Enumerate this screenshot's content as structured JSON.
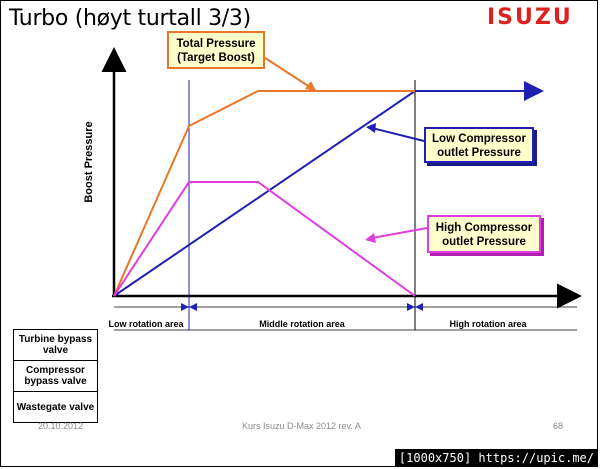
{
  "slide": {
    "title": "Turbo (høyt turtall 3/3)",
    "logo": "ISUZU",
    "footer_date": "20.10.2012",
    "footer_course": "Kurs Isuzu D-Max 2012 rev. A",
    "footer_page": "68",
    "watermark": "[1000x750] https://upic.me/"
  },
  "diagram": {
    "y_axis_label": "Boost Pressure",
    "callouts": {
      "total_line1": "Total Pressure",
      "total_line2": "(Target Boost)",
      "low_line1": "Low Compressor",
      "low_line2": "outlet Pressure",
      "high_line1": "High Compressor",
      "high_line2": "outlet Pressure"
    },
    "zones": {
      "low": "Low rotation area",
      "middle": "Middle rotation area",
      "high": "High rotation area"
    },
    "colors": {
      "total": "#e8772a",
      "low_compressor": "#1f1fb4",
      "high_compressor": "#e03ce0",
      "logo": "#e0201f",
      "callout_fill": "#ffffcc"
    }
  },
  "valves": {
    "rows": [
      "Turbine bypass valve",
      "Compressor bypass valve",
      "Wastegate valve"
    ]
  }
}
